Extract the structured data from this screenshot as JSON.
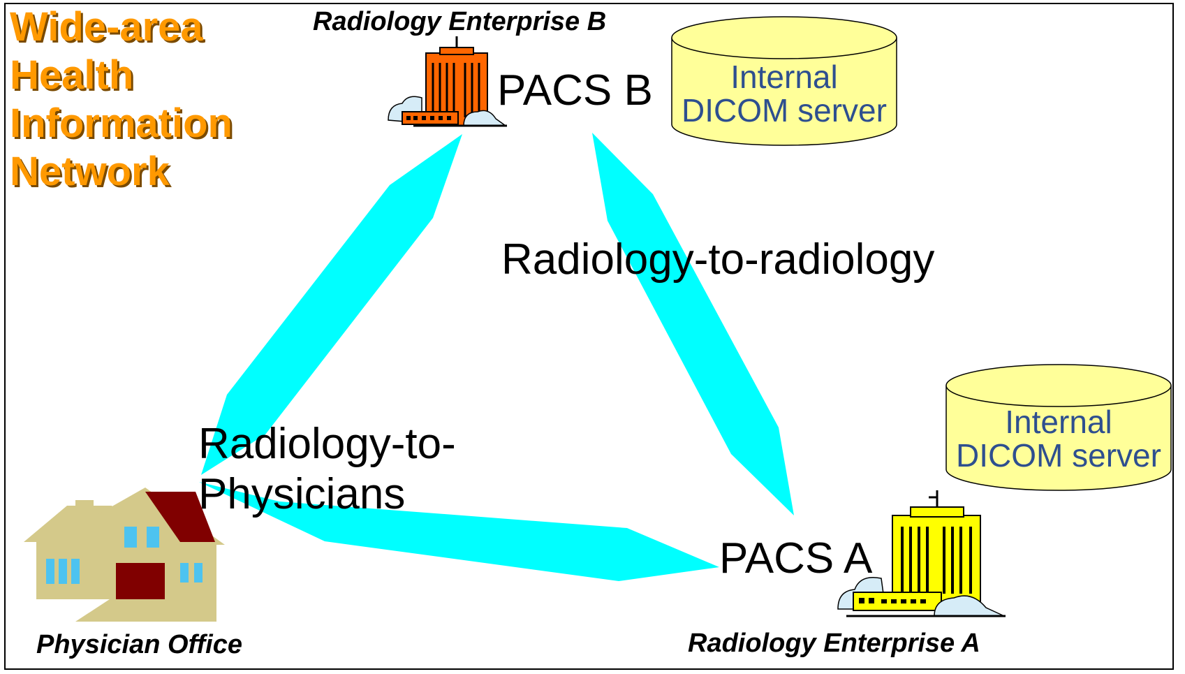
{
  "title": {
    "lines": [
      "Wide-area",
      "Health",
      "Information",
      "Network"
    ],
    "color": "#ff9900"
  },
  "nodes": {
    "enterprise_b": {
      "caption": "Radiology Enterprise B",
      "pacs": "PACS B",
      "building_color": "#ff6600"
    },
    "enterprise_a": {
      "caption": "Radiology Enterprise A",
      "pacs": "PACS A",
      "building_color": "#ffff00"
    },
    "physician_office": {
      "caption": "Physician Office"
    }
  },
  "servers": {
    "b": {
      "line1": "Internal",
      "line2": "DICOM server",
      "fill": "#ffff99"
    },
    "a": {
      "line1": "Internal",
      "line2": "DICOM server",
      "fill": "#ffff99"
    }
  },
  "links": {
    "radiology_to_radiology": "Radiology-to-radiology",
    "radiology_to_physicians_line1": "Radiology-to-",
    "radiology_to_physicians_line2": "Physicians",
    "color": "#00ffff"
  }
}
